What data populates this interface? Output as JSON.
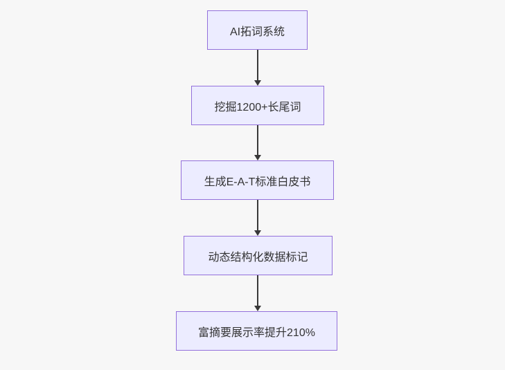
{
  "diagram": {
    "type": "flowchart",
    "direction": "top-down",
    "background_color": "#f7f7f7",
    "node_fill_color": "#ececff",
    "node_border_color": "#9370db",
    "text_color": "#333333",
    "arrow_color": "#383838",
    "nodes": [
      {
        "label": "AI拓词系统"
      },
      {
        "label": "挖掘1200+长尾词"
      },
      {
        "label": "生成E-A-T标准白皮书"
      },
      {
        "label": "动态结构化数据标记"
      },
      {
        "label": "富摘要展示率提升210%"
      }
    ],
    "edges": [
      {
        "from": "AI拓词系统",
        "to": "挖掘1200+长尾词"
      },
      {
        "from": "挖掘1200+长尾词",
        "to": "生成E-A-T标准白皮书"
      },
      {
        "from": "生成E-A-T标准白皮书",
        "to": "动态结构化数据标记"
      },
      {
        "from": "动态结构化数据标记",
        "to": "富摘要展示率提升210%"
      }
    ]
  }
}
